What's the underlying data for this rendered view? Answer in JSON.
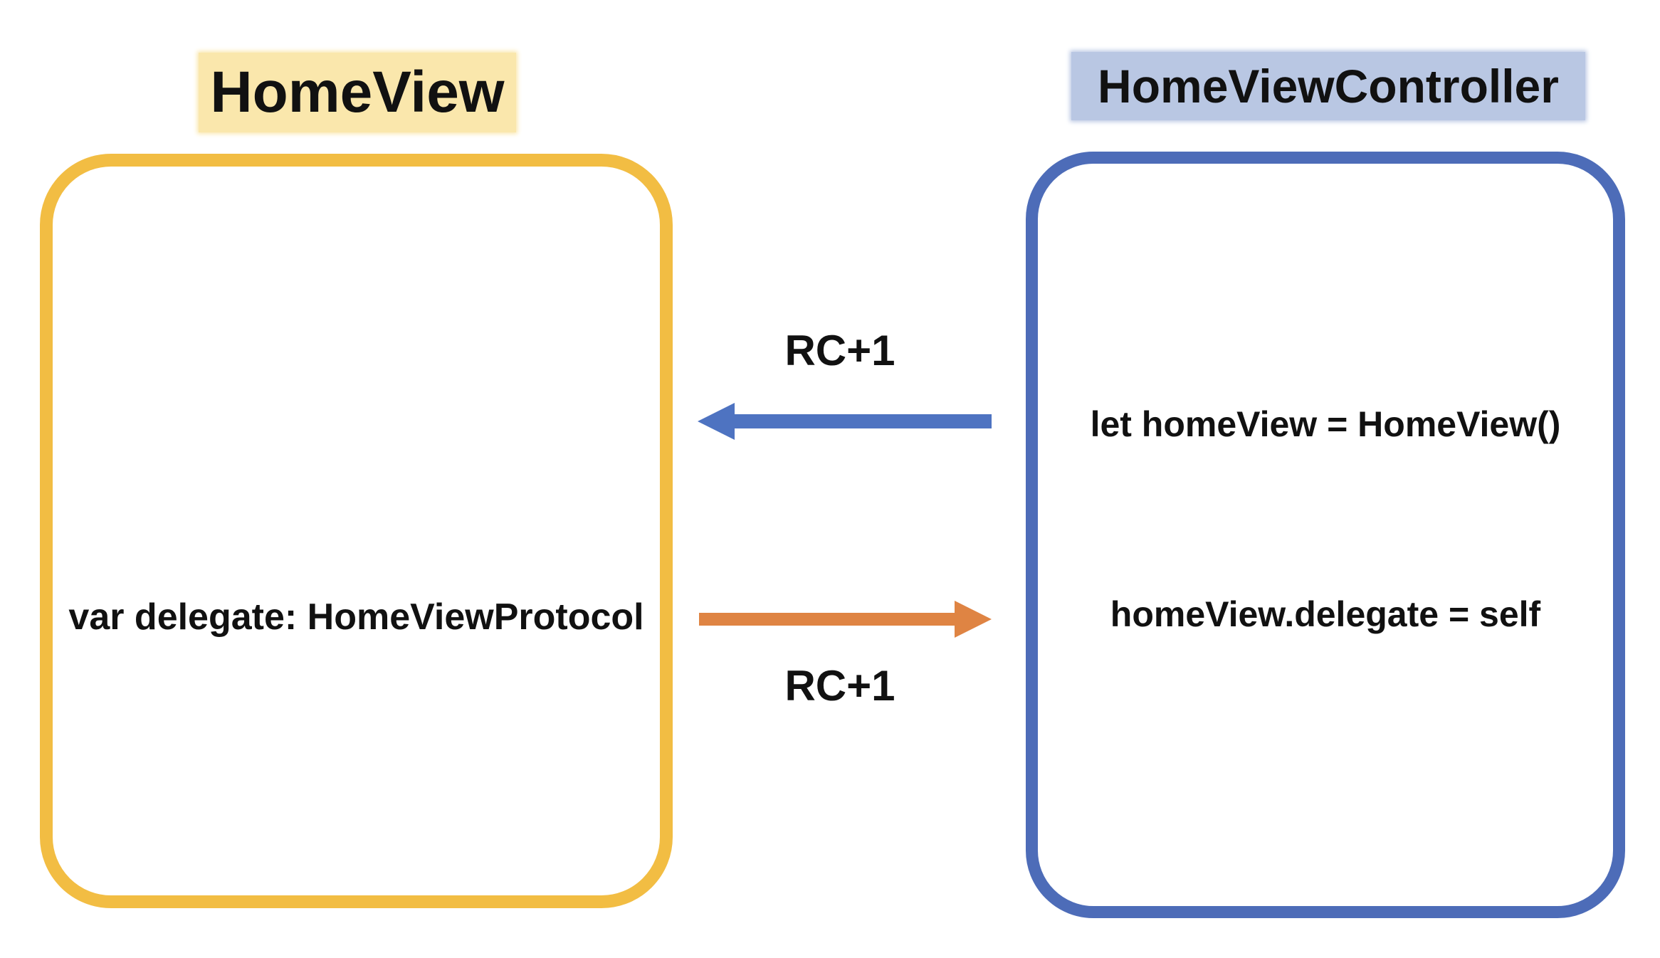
{
  "diagram": {
    "left_box": {
      "title": "HomeView",
      "body_text": "var delegate: HomeViewProtocol"
    },
    "right_box": {
      "title": "HomeViewController",
      "line1": "let homeView = HomeView()",
      "line2": "homeView.delegate = self"
    },
    "arrows": [
      {
        "name": "blue-arrow-left",
        "direction": "left",
        "label": "RC+1",
        "color": "#4E73C1"
      },
      {
        "name": "orange-arrow-right",
        "direction": "right",
        "label": "RC+1",
        "color": "#DF8443"
      }
    ],
    "colors": {
      "background": "#FFFFFF",
      "text": "#111111",
      "left_border": "#F2BD43",
      "left_title_bg": "#FAE7AC",
      "right_border": "#4D6CB8",
      "right_title_bg": "#B9C7E3",
      "blue_arrow": "#4E73C1",
      "orange_arrow": "#DF8443"
    }
  }
}
